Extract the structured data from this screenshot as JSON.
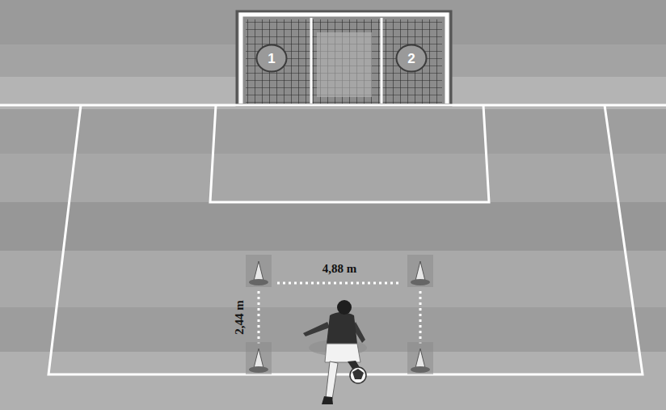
{
  "diagram": {
    "nodes": [
      {
        "text": [
          "1"
        ]
      },
      {
        "text": [
          "2"
        ]
      }
    ],
    "labels": [
      "4,88 m",
      "2,44 m"
    ]
  }
}
